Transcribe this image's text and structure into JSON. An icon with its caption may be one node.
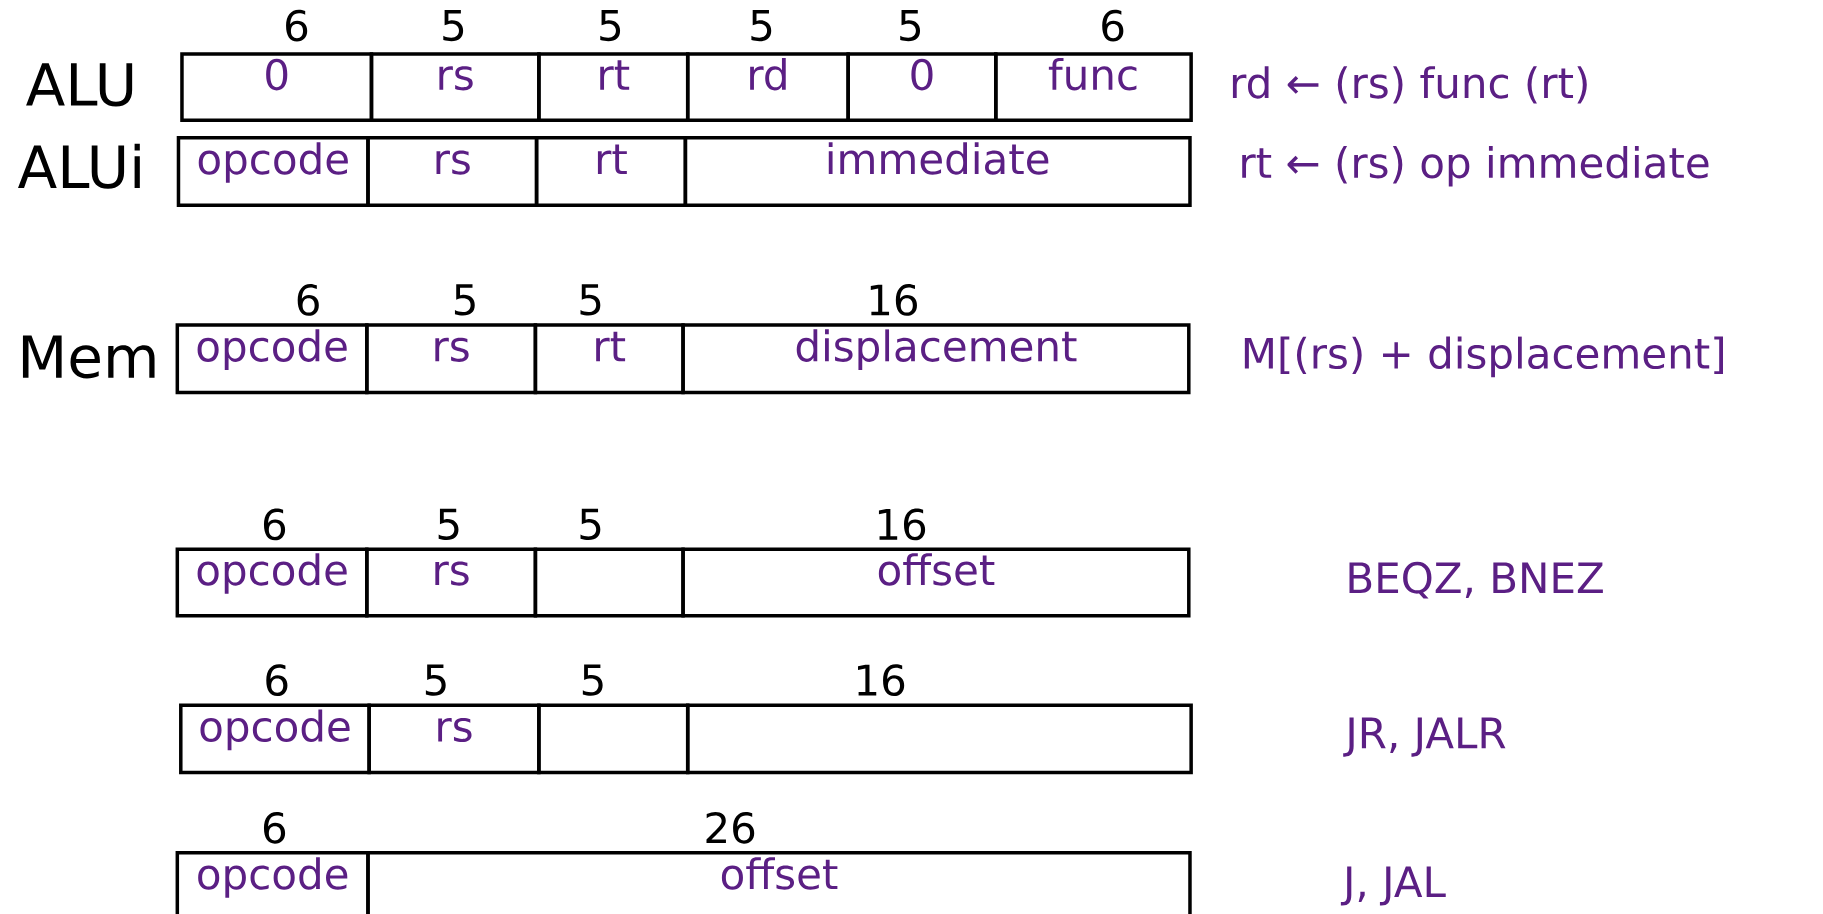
{
  "diagram": {
    "nodes": [
      {
        "text": [
          "0"
        ]
      },
      {
        "text": [
          "rs"
        ]
      },
      {
        "text": [
          "rt"
        ]
      },
      {
        "text": [
          "rd"
        ]
      },
      {
        "text": [
          "0"
        ]
      },
      {
        "text": [
          "func"
        ]
      },
      {
        "text": [
          "opcode"
        ]
      },
      {
        "text": [
          "rs"
        ]
      },
      {
        "text": [
          "rt"
        ]
      },
      {
        "text": [
          "immediate"
        ]
      },
      {
        "text": [
          "opcode"
        ]
      },
      {
        "text": [
          "rs"
        ]
      },
      {
        "text": [
          "rt"
        ]
      },
      {
        "text": [
          "displacement"
        ]
      },
      {
        "text": [
          "opcode"
        ]
      },
      {
        "text": [
          "rs"
        ]
      },
      {
        "text": [],
        "shape": "box"
      },
      {
        "text": [
          "offset"
        ]
      },
      {
        "text": [
          "opcode"
        ]
      },
      {
        "text": [
          "rs"
        ]
      },
      {
        "text": [],
        "shape": "box"
      },
      {
        "text": [],
        "shape": "box"
      },
      {
        "text": [
          "opcode"
        ]
      },
      {
        "text": [
          "offset"
        ]
      }
    ],
    "labels": [
      "6",
      "5",
      "5",
      "5",
      "5",
      "6",
      "ALU",
      "rd ← (rs) func (rt)",
      "ALUi",
      "rt ← (rs) op immediate",
      "6",
      "5",
      "5",
      "16",
      "Mem",
      "M[(rs) + displacement]",
      "6",
      "5",
      "5",
      "16",
      "BEQZ, BNEZ",
      "6",
      "5",
      "5",
      "16",
      "JR, JALR",
      "6",
      "26",
      "J, JAL"
    ]
  }
}
